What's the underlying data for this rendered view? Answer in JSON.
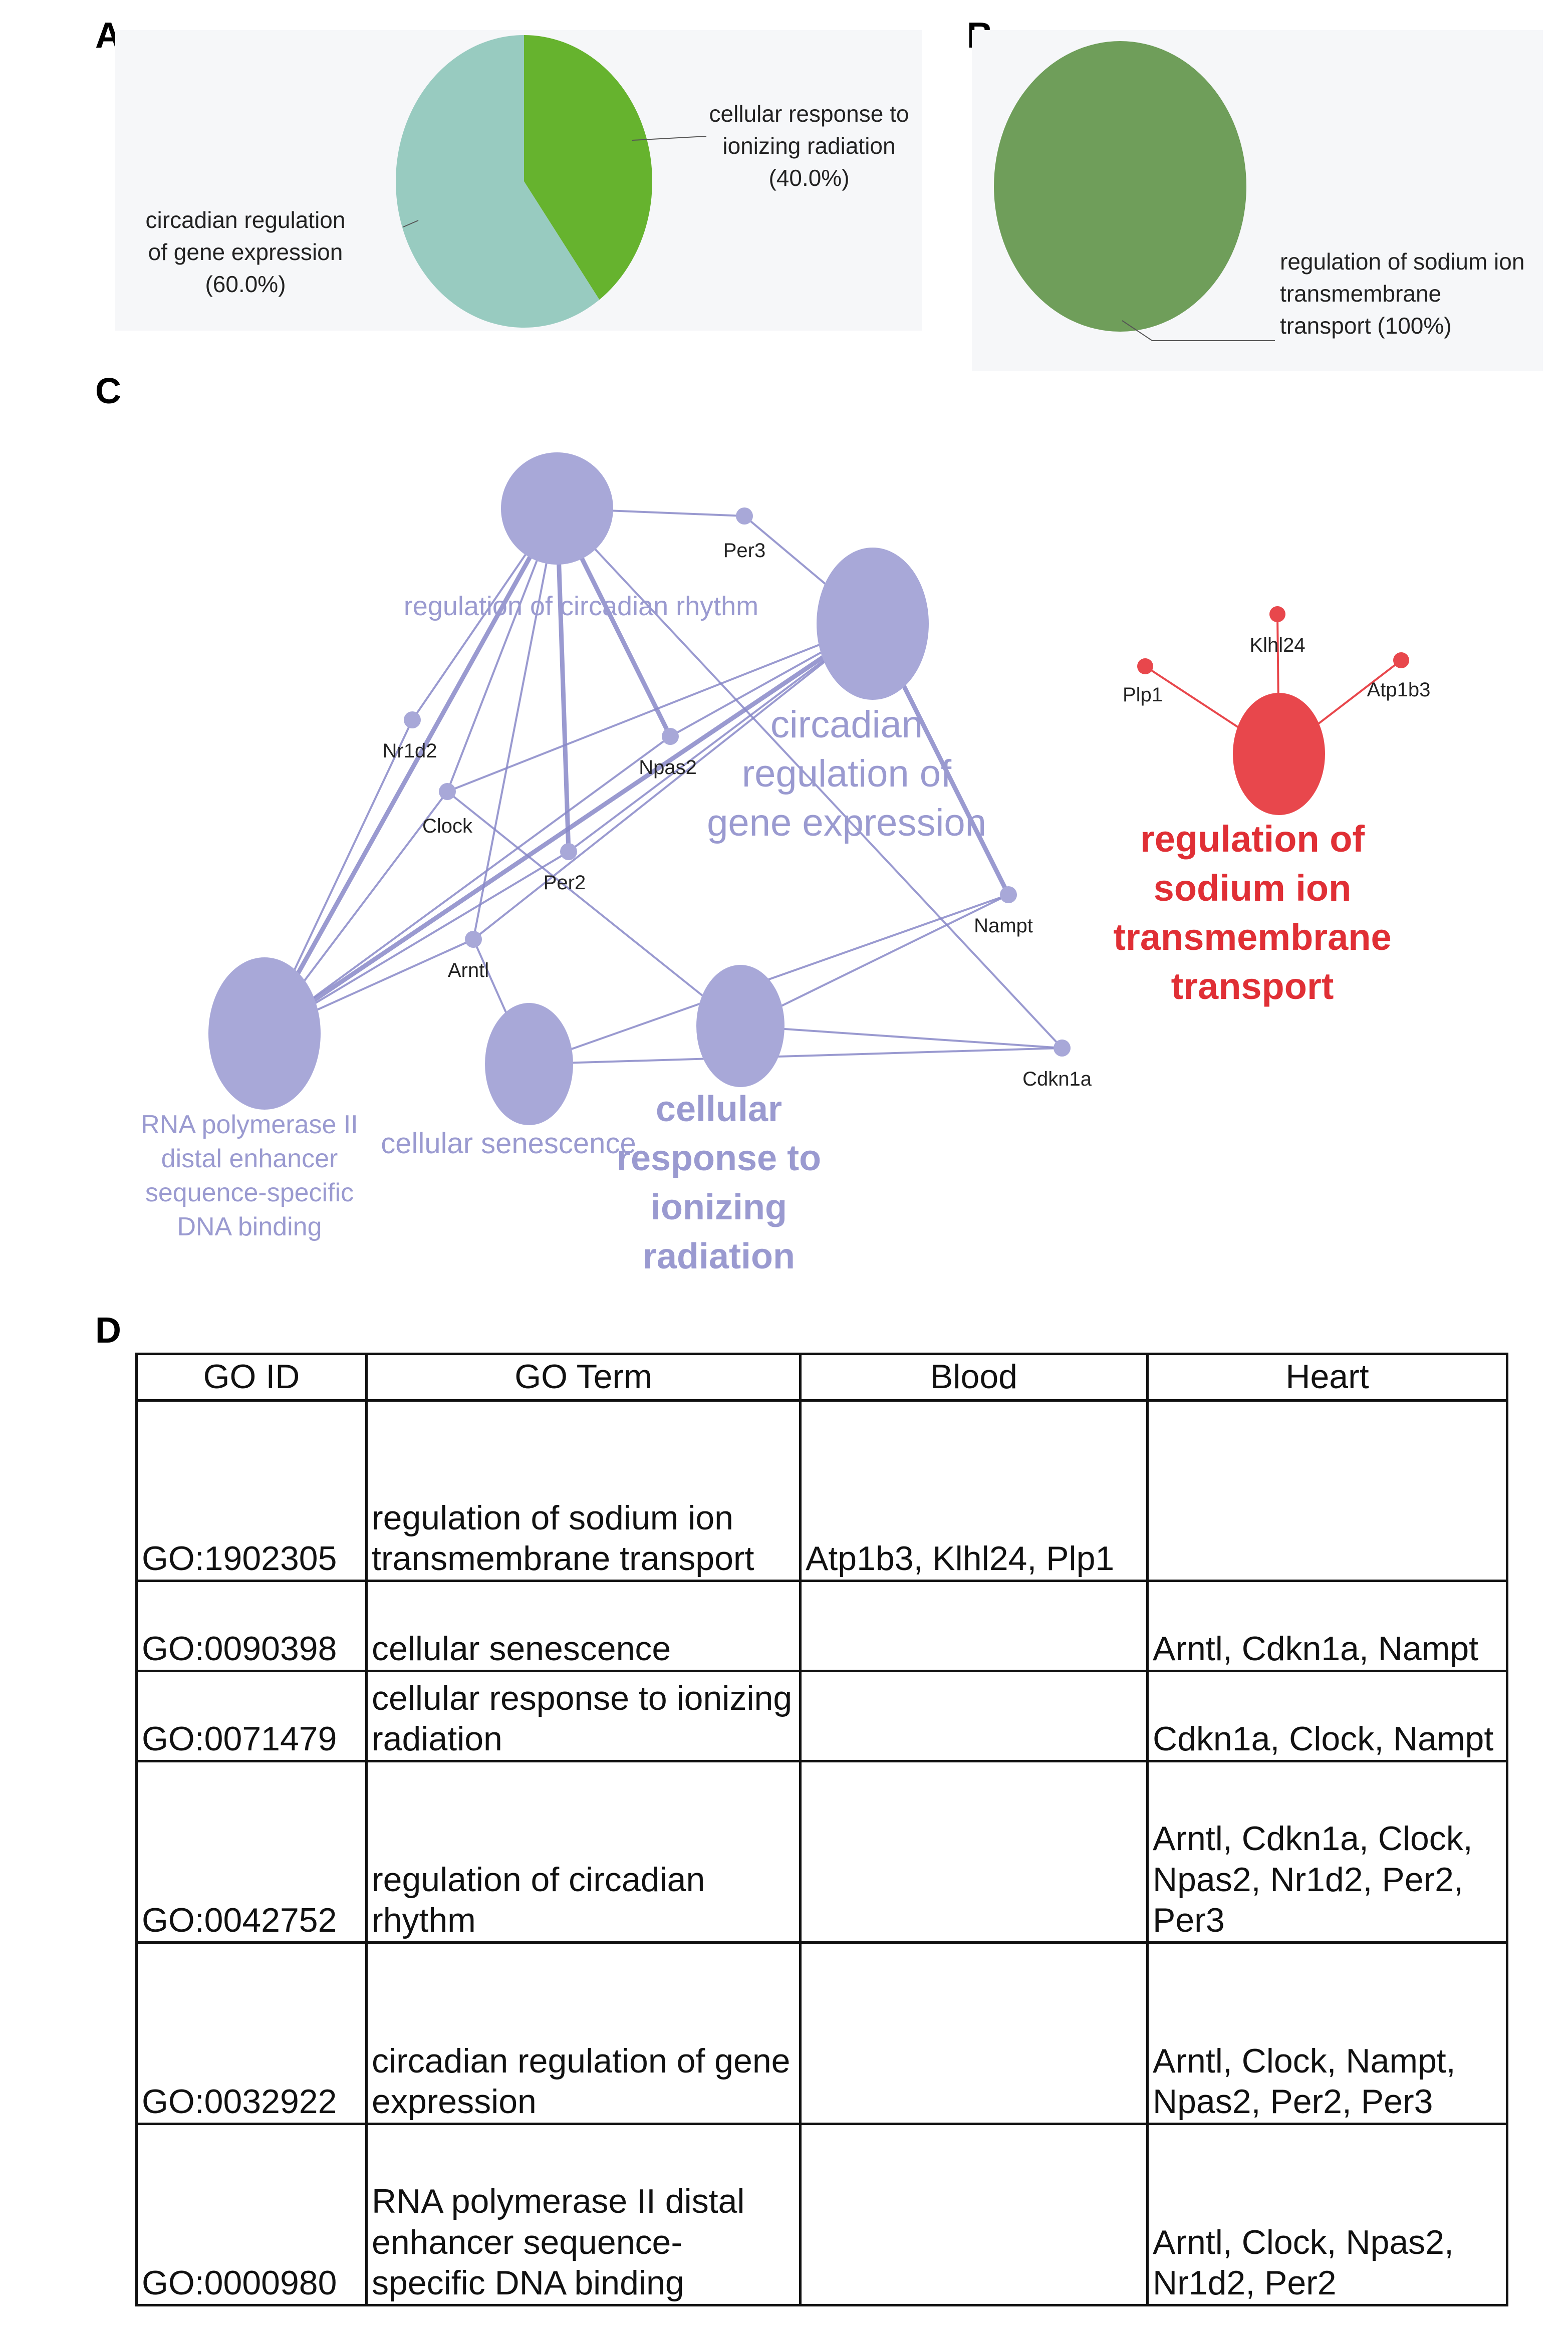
{
  "panels": {
    "a": "A",
    "b": "B",
    "c": "C",
    "d": "D"
  },
  "chart_data": [
    {
      "type": "pie",
      "panel": "A",
      "slices": [
        {
          "label_lines": [
            "cellular response to",
            "ionizing radiation",
            "(40.0%)"
          ],
          "value": 40.0,
          "color": "#66b32e"
        },
        {
          "label_lines": [
            "circadian regulation",
            "of gene expression",
            "(60.0%)"
          ],
          "value": 60.0,
          "color": "#98cbc0"
        }
      ]
    },
    {
      "type": "pie",
      "panel": "B",
      "slices": [
        {
          "label_lines": [
            "regulation of sodium ion",
            "transmembrane",
            "transport (100%)"
          ],
          "value": 100,
          "color": "#6f9e5a"
        }
      ]
    },
    {
      "type": "network",
      "panel": "C",
      "colors": {
        "purple_node": "#a8a8d8",
        "purple_edge": "#8888c8",
        "purple_text": "#9a9ad0",
        "red_node": "#e8474c",
        "red_text": "#e02f35"
      },
      "terms": [
        {
          "id": "t_circ_rhythm",
          "label_lines": [
            "regulation of circadian rhythm"
          ],
          "group": "purple"
        },
        {
          "id": "t_circ_gene",
          "label_lines": [
            "circadian",
            "regulation of",
            "gene expression"
          ],
          "group": "purple"
        },
        {
          "id": "t_rna",
          "label_lines": [
            "RNA polymerase II",
            "distal enhancer",
            "sequence-specific",
            "DNA binding"
          ],
          "group": "purple"
        },
        {
          "id": "t_senes",
          "label_lines": [
            "cellular senescence"
          ],
          "group": "purple"
        },
        {
          "id": "t_ion",
          "label_lines": [
            "cellular",
            "response to",
            "ionizing",
            "radiation"
          ],
          "group": "purple"
        },
        {
          "id": "t_sodium",
          "label_lines": [
            "regulation of",
            "sodium ion",
            "transmembrane",
            "transport"
          ],
          "group": "red"
        }
      ],
      "genes": [
        {
          "id": "Per3",
          "label": "Per3",
          "group": "purple"
        },
        {
          "id": "Nr1d2",
          "label": "Nr1d2",
          "group": "purple"
        },
        {
          "id": "Clock",
          "label": "Clock",
          "group": "purple"
        },
        {
          "id": "Npas2",
          "label": "Npas2",
          "group": "purple"
        },
        {
          "id": "Per2",
          "label": "Per2",
          "group": "purple"
        },
        {
          "id": "Arntl",
          "label": "Arntl",
          "group": "purple"
        },
        {
          "id": "Nampt",
          "label": "Nampt",
          "group": "purple"
        },
        {
          "id": "Cdkn1a",
          "label": "Cdkn1a",
          "group": "purple"
        },
        {
          "id": "Plp1",
          "label": "Plp1",
          "group": "red"
        },
        {
          "id": "Klhl24",
          "label": "Klhl24",
          "group": "red"
        },
        {
          "id": "Atp1b3",
          "label": "Atp1b3",
          "group": "red"
        }
      ],
      "edges": [
        [
          "t_circ_rhythm",
          "Per3"
        ],
        [
          "t_circ_rhythm",
          "Nr1d2"
        ],
        [
          "t_circ_rhythm",
          "Clock"
        ],
        [
          "t_circ_rhythm",
          "Npas2"
        ],
        [
          "t_circ_rhythm",
          "Per2"
        ],
        [
          "t_circ_rhythm",
          "Arntl"
        ],
        [
          "t_circ_rhythm",
          "Cdkn1a"
        ],
        [
          "t_circ_rhythm",
          "t_rna"
        ],
        [
          "t_circ_gene",
          "Per3"
        ],
        [
          "t_circ_gene",
          "Clock"
        ],
        [
          "t_circ_gene",
          "Npas2"
        ],
        [
          "t_circ_gene",
          "Per2"
        ],
        [
          "t_circ_gene",
          "Arntl"
        ],
        [
          "t_circ_gene",
          "Nampt"
        ],
        [
          "t_circ_gene",
          "t_rna"
        ],
        [
          "t_rna",
          "Nr1d2"
        ],
        [
          "t_rna",
          "Clock"
        ],
        [
          "t_rna",
          "Npas2"
        ],
        [
          "t_rna",
          "Per2"
        ],
        [
          "t_rna",
          "Arntl"
        ],
        [
          "t_senes",
          "Arntl"
        ],
        [
          "t_senes",
          "Nampt"
        ],
        [
          "t_senes",
          "Cdkn1a"
        ],
        [
          "t_ion",
          "Clock"
        ],
        [
          "t_ion",
          "Nampt"
        ],
        [
          "t_ion",
          "Cdkn1a"
        ],
        [
          "t_sodium",
          "Plp1"
        ],
        [
          "t_sodium",
          "Klhl24"
        ],
        [
          "t_sodium",
          "Atp1b3"
        ]
      ]
    },
    {
      "type": "table",
      "panel": "D",
      "columns": [
        "GO ID",
        "GO Term",
        "Blood",
        "Heart"
      ],
      "rows": [
        [
          "GO:1902305",
          "regulation of sodium ion transmembrane transport",
          "Atp1b3, Klhl24, Plp1",
          ""
        ],
        [
          "GO:0090398",
          "cellular senescence",
          "",
          "Arntl, Cdkn1a, Nampt"
        ],
        [
          "GO:0071479",
          "cellular response to ionizing radiation",
          "",
          "Cdkn1a, Clock, Nampt"
        ],
        [
          "GO:0042752",
          "regulation of circadian rhythm",
          "",
          "Arntl, Cdkn1a, Clock, Npas2, Nr1d2, Per2, Per3"
        ],
        [
          "GO:0032922",
          "circadian regulation of gene expression",
          "",
          "Arntl, Clock, Nampt, Npas2, Per2, Per3"
        ],
        [
          "GO:0000980",
          "RNA polymerase II distal enhancer sequence-specific DNA binding",
          "",
          "Arntl, Clock, Npas2, Nr1d2, Per2"
        ]
      ]
    }
  ]
}
